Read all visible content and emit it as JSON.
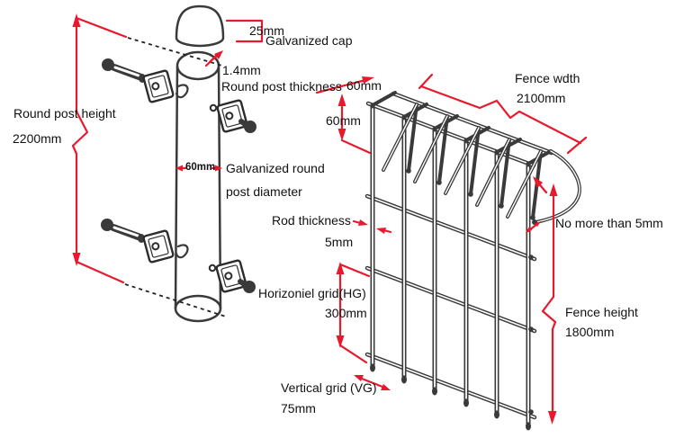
{
  "labels": {
    "cap_height": "25mm",
    "cap": "Galvanized cap",
    "post_thickness_value": "1.4mm",
    "post_thickness": "Round post thickness",
    "fold_depth": "60mm",
    "fold_height": "60mm",
    "fence_width": "Fence wdth",
    "fence_width_value": "2100mm",
    "post_height": "Round post height",
    "post_height_value": "2200mm",
    "post_diameter_value": "60mm",
    "post_diameter_line1": "Galvanized round",
    "post_diameter_line2": "post diameter",
    "rod_thickness": "Rod thickness",
    "rod_thickness_value": "5mm",
    "gap": "No more than 5mm",
    "horizontal_grid": "Horizoniel grid(HG)",
    "horizontal_grid_value": "300mm",
    "fence_height": "Fence height",
    "fence_height_value": "1800mm",
    "vertical_grid": "Vertical grid (VG)",
    "vertical_grid_value": "75mm"
  },
  "colors": {
    "dimension_red": "#e8192c",
    "line_dark": "#3a3a3a",
    "text": "#111111",
    "background": "#ffffff"
  }
}
